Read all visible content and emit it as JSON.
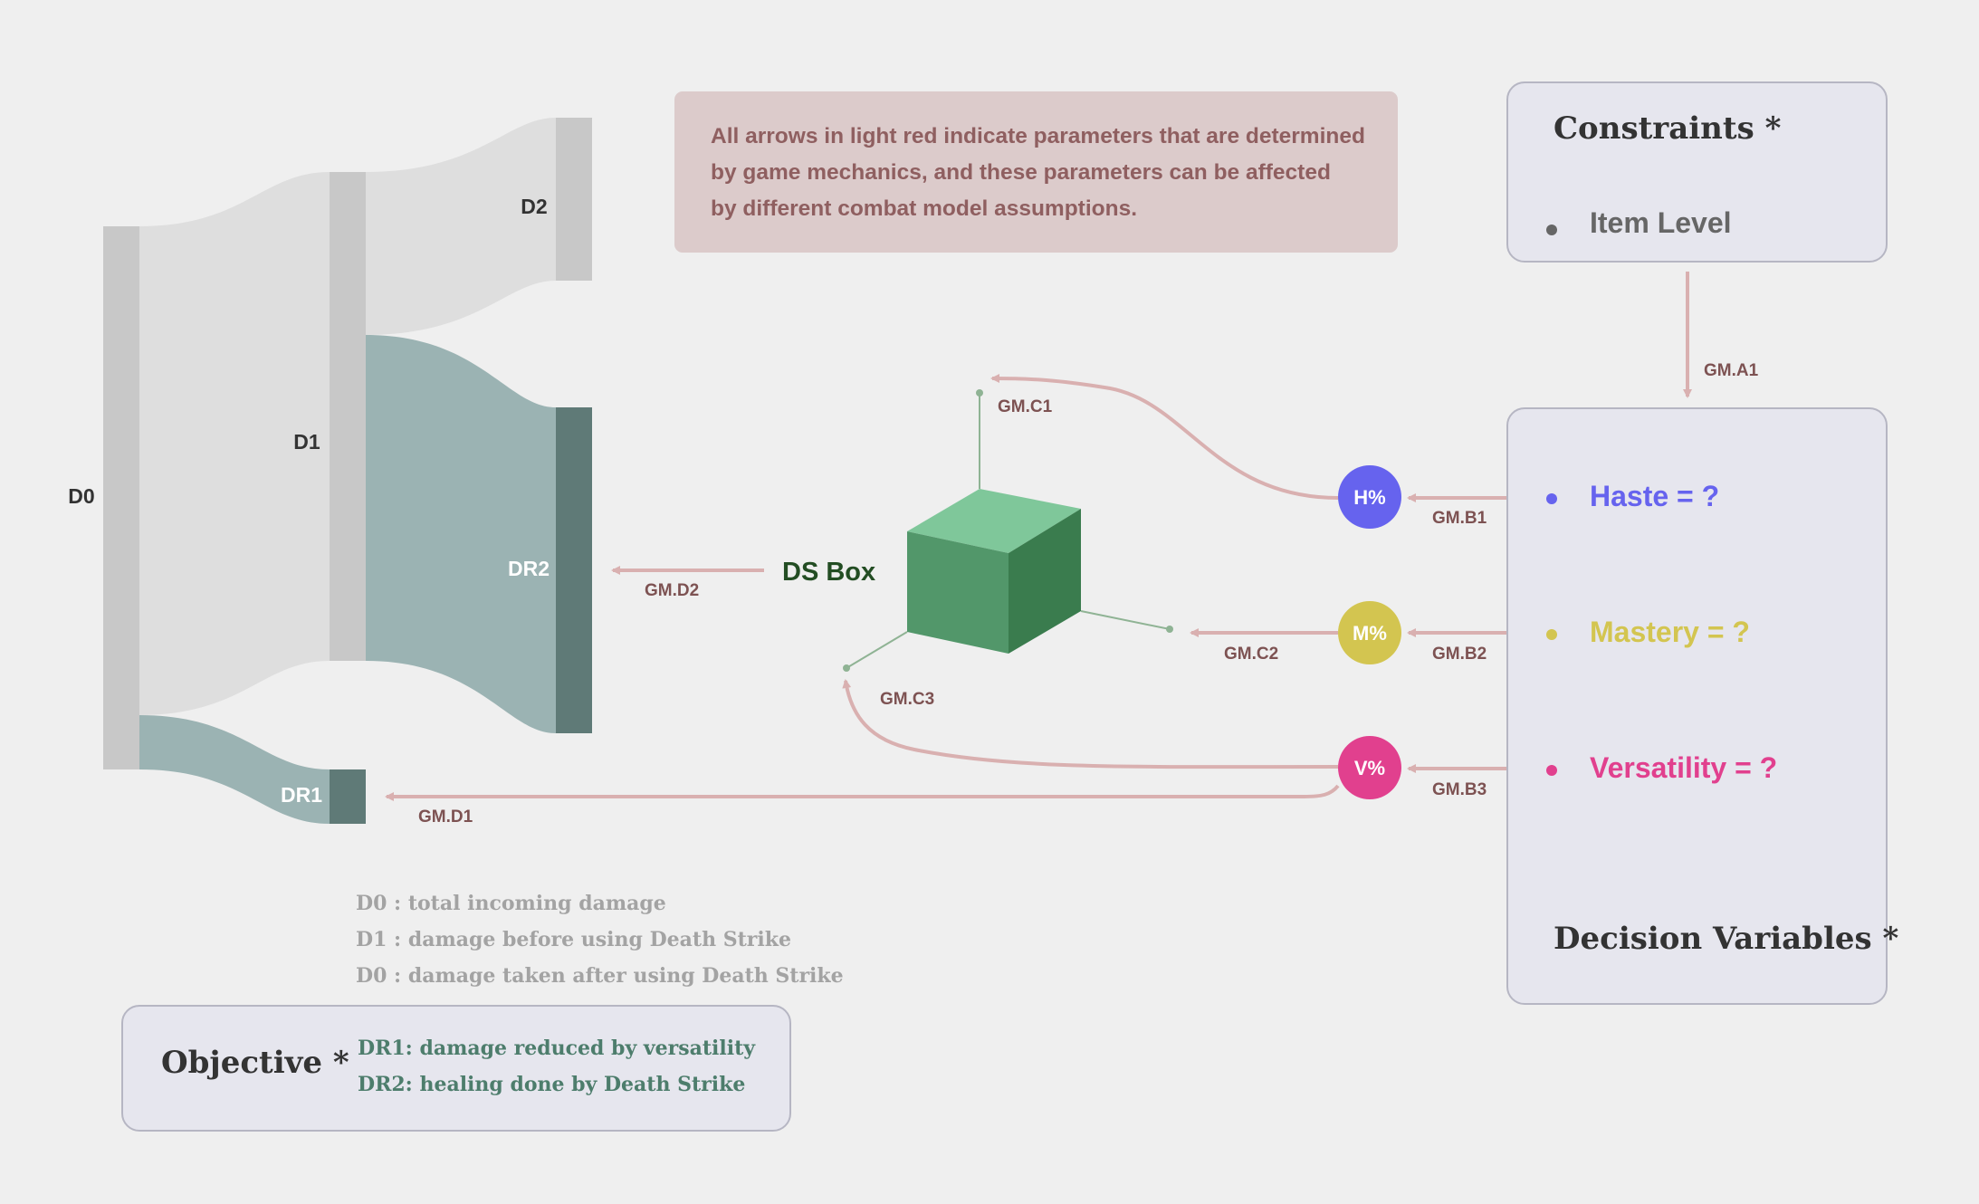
{
  "note": {
    "lines": [
      "All arrows in light red indicate parameters that are determined",
      "by game mechanics, and these parameters can be affected",
      "by different combat model assumptions."
    ]
  },
  "constraints": {
    "title": "Constraints *",
    "items": [
      "Item Level"
    ]
  },
  "decision": {
    "title": "Decision Variables *",
    "variables": [
      {
        "label": "Haste = ?",
        "color": "#6663ee"
      },
      {
        "label": "Mastery = ?",
        "color": "#d3c550"
      },
      {
        "label": "Versatility = ?",
        "color": "#e1408e"
      }
    ]
  },
  "nodes": {
    "h": "H%",
    "m": "M%",
    "v": "V%"
  },
  "ds_box": "DS Box",
  "sankey": {
    "d0": "D0",
    "d1": "D1",
    "d2": "D2",
    "dr1": "DR1",
    "dr2": "DR2"
  },
  "arrows": {
    "a1": "GM.A1",
    "b1": "GM.B1",
    "b2": "GM.B2",
    "b3": "GM.B3",
    "c1": "GM.C1",
    "c2": "GM.C2",
    "c3": "GM.C3",
    "d1": "GM.D1",
    "d2": "GM.D2"
  },
  "legend": [
    "D0 : total incoming damage",
    "D1 : damage before using Death Strike",
    "D0 : damage taken after using Death Strike"
  ],
  "objective": {
    "title": "Objective *",
    "lines": [
      "DR1: damage reduced by versatility",
      "DR2: healing done by Death Strike"
    ]
  },
  "colors": {
    "background": "#efefef",
    "arrow": "#d9b0b0",
    "node_bar": "#c8c8c8",
    "reduction_bar": "#5f7a77",
    "flow_grey": "#dedede",
    "flow_teal": "#9bb3b3",
    "cube_top": "#7fc79a",
    "cube_left": "#52976a",
    "cube_right": "#3a7c4e"
  }
}
